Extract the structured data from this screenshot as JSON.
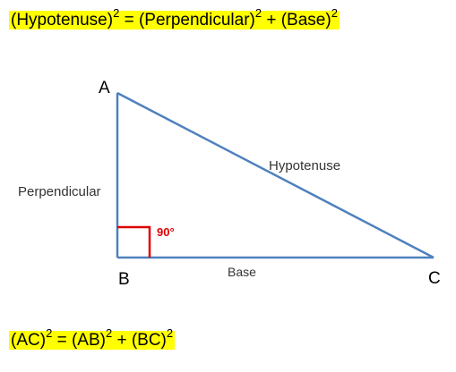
{
  "formula_top": {
    "parts": [
      "(Hypotenuse)",
      "2",
      " = (Perpendicular)",
      "2",
      " + (Base)",
      "2"
    ]
  },
  "formula_bottom": {
    "parts": [
      "(AC)",
      "2",
      " = (AB)",
      "2",
      " + (BC)",
      "2"
    ]
  },
  "triangle": {
    "vertex_a": "A",
    "vertex_b": "B",
    "vertex_c": "C",
    "label_hypotenuse": "Hypotenuse",
    "label_perpendicular": "Perpendicular",
    "label_base": "Base",
    "label_angle": "90°"
  },
  "colors": {
    "highlight": "#ffff00",
    "triangle_line": "#4f81bd",
    "right_angle_marker": "#e00000",
    "label_text": "#333333"
  }
}
